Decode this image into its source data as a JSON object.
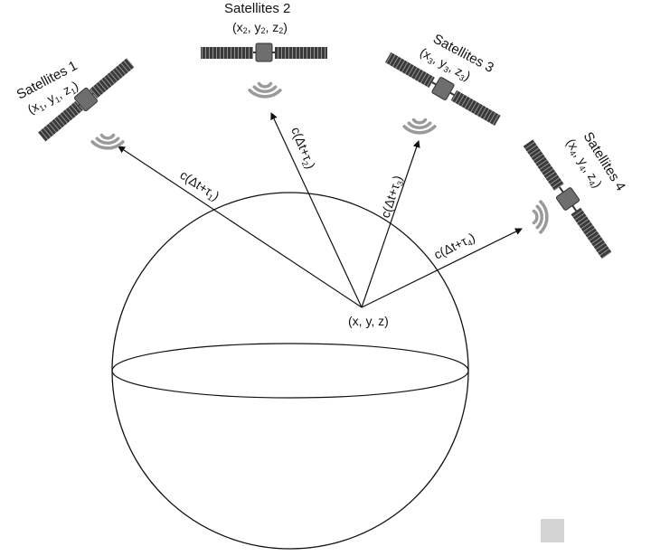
{
  "diagram": {
    "receiver": {
      "label": "(x, y, z)"
    },
    "satellites": [
      {
        "title": "Satellites 1",
        "coords": [
          "(x",
          "1",
          ", y",
          "1",
          ", z",
          "1",
          ")"
        ],
        "signal": [
          "c(Δt+τ",
          "1",
          ")"
        ]
      },
      {
        "title": "Satellites 2",
        "coords": [
          "(x",
          "2",
          ", y",
          "2",
          ", z",
          "2",
          ")"
        ],
        "signal": [
          "c(Δt+τ",
          "2",
          ")"
        ]
      },
      {
        "title": "Satellites 3",
        "coords": [
          "(x",
          "3",
          ", y",
          "3",
          ", z",
          "3",
          ")"
        ],
        "signal": [
          "c(Δt+τ",
          "3",
          ")"
        ]
      },
      {
        "title": "Satellites 4",
        "coords": [
          "(x",
          "4",
          ", y",
          "4",
          ", z",
          "4",
          ")"
        ],
        "signal": [
          "c(Δt+τ",
          "4",
          ")"
        ]
      }
    ],
    "colors": {
      "ink": "#111111",
      "panel": "#3a3a3a",
      "wave": "#9a9a9a"
    },
    "icons": [
      "satellite-icon",
      "signal-wave-icon"
    ]
  }
}
